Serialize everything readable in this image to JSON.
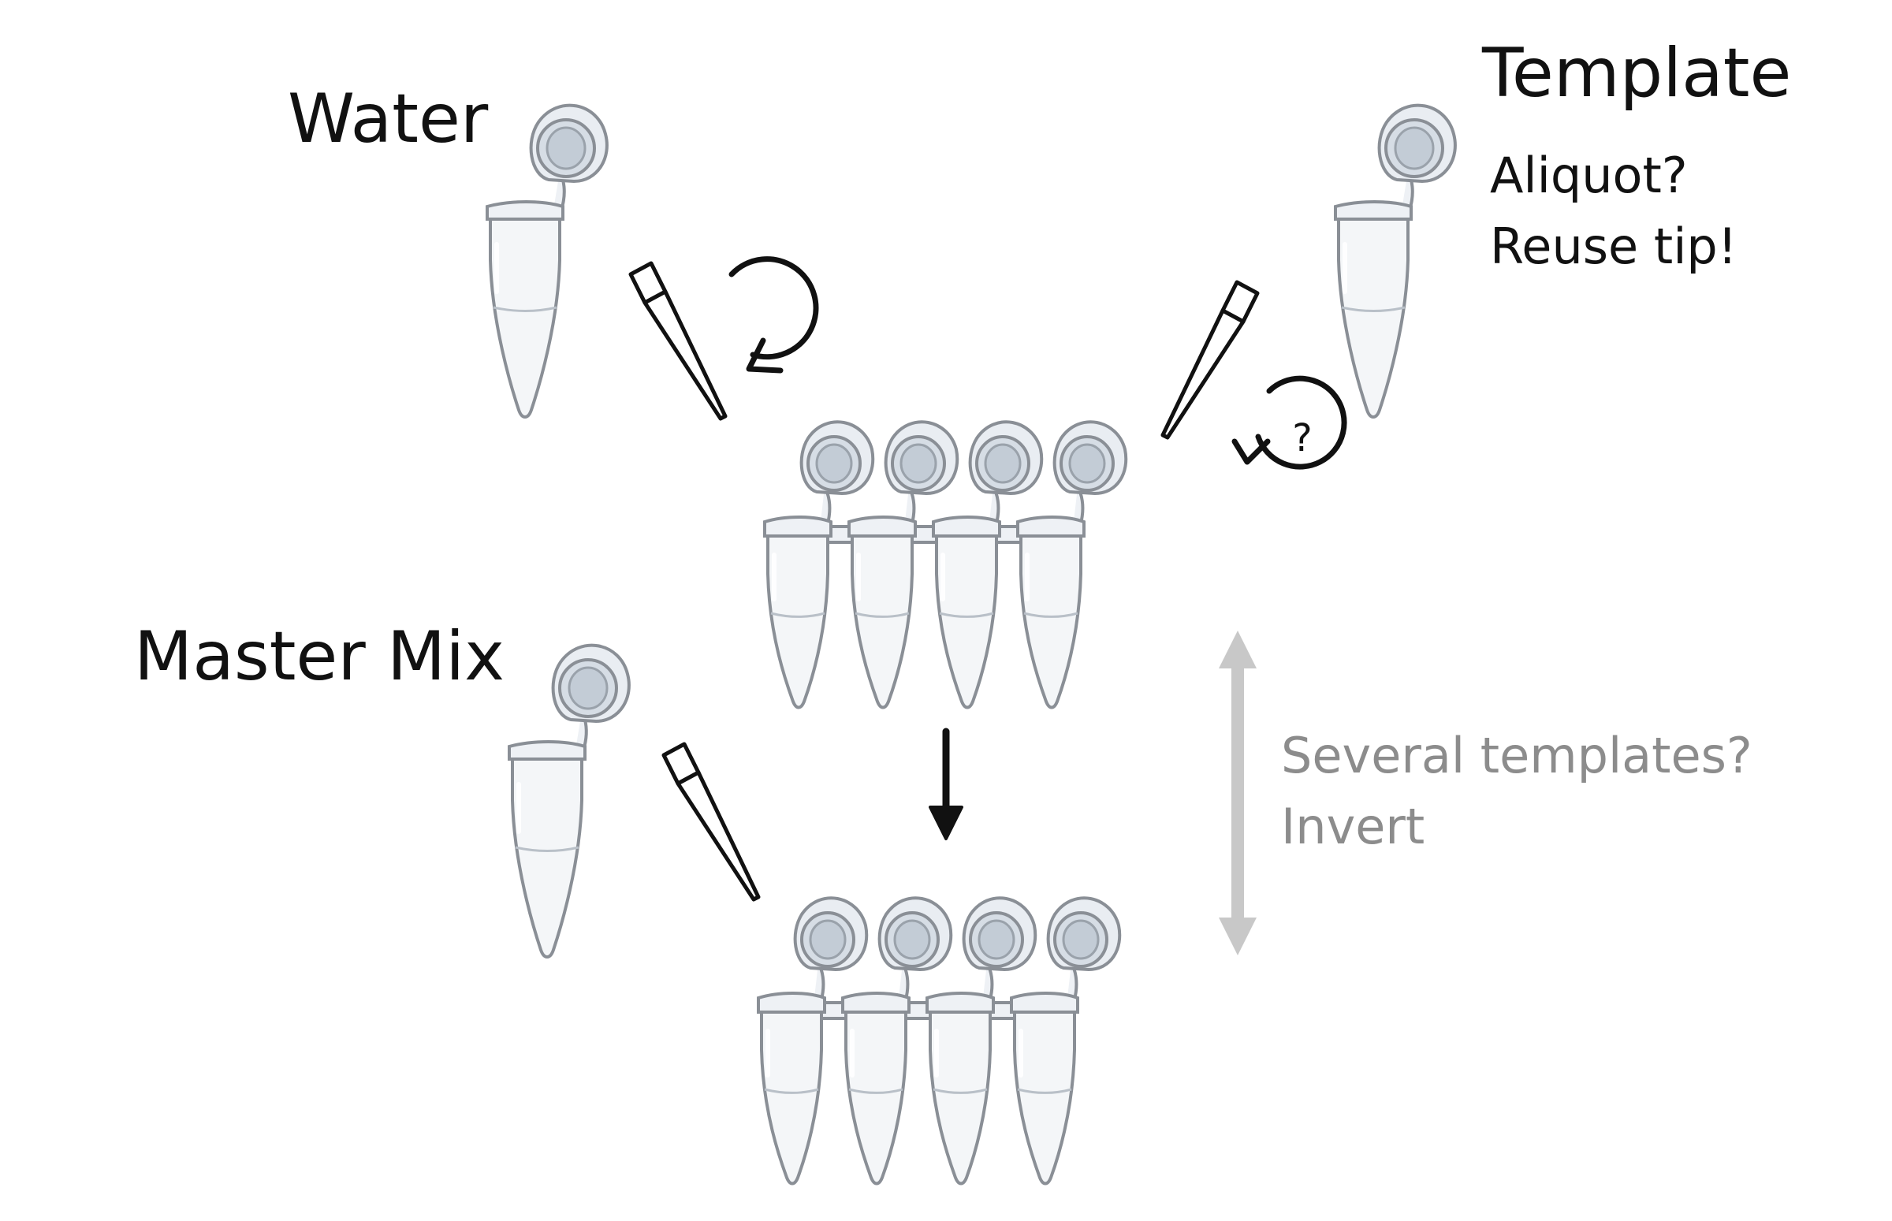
{
  "labels": {
    "water": "Water",
    "template": "Template",
    "aliquot": "Aliquot?",
    "reuse_tip": "Reuse tip!",
    "master_mix": "Master Mix",
    "several_templates": "Several templates?",
    "invert": "Invert",
    "question_mark": "?"
  },
  "colors": {
    "outline": "#8a8f96",
    "tube_fill": "#f4f6f8",
    "cap_fill": "#dde3ea",
    "cap_inner": "#c3ccd6",
    "liquid_line": "#b9c0c8",
    "ink": "#111111",
    "grey_arrow": "#c8c8c8",
    "grey_text": "#8c8c8c"
  },
  "strips": [
    {
      "name": "upper-strip",
      "tubes": 4
    },
    {
      "name": "lower-strip",
      "tubes": 4
    }
  ]
}
